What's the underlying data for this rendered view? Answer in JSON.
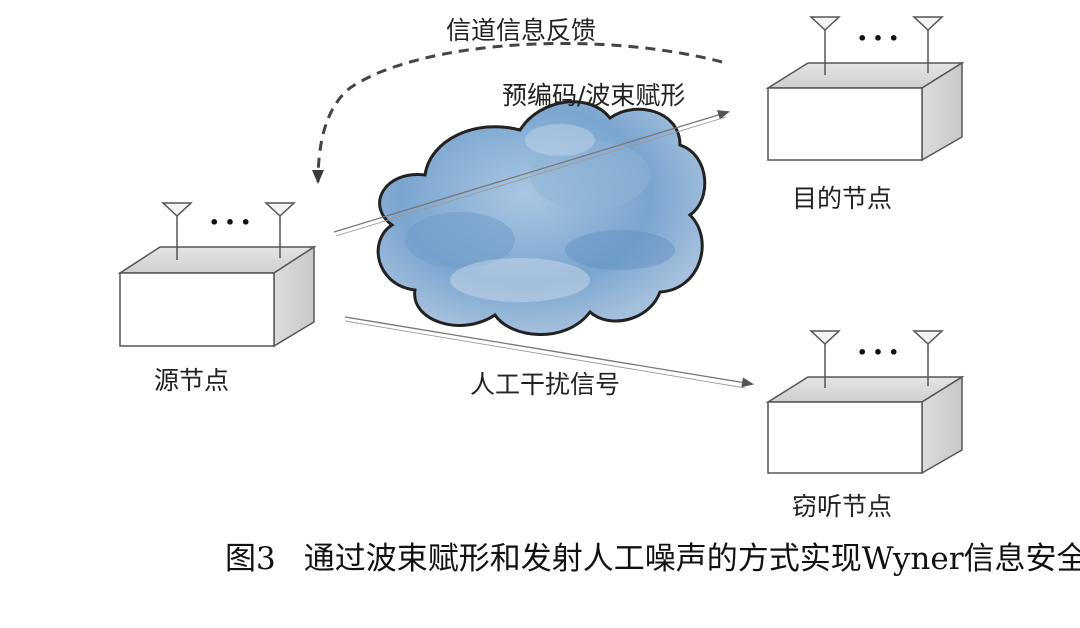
{
  "labels": {
    "feedback": "信道信息反馈",
    "precoding": "预编码/波束赋形",
    "destination": "目的节点",
    "source": "源节点",
    "jamming": "人工干扰信号",
    "eavesdropper": "窃听节点"
  },
  "antenna_ellipsis": "• • •",
  "caption": {
    "figure": "图3",
    "text": "通过波束赋形和发射人工噪声的方式实现Wyner信息安全"
  }
}
